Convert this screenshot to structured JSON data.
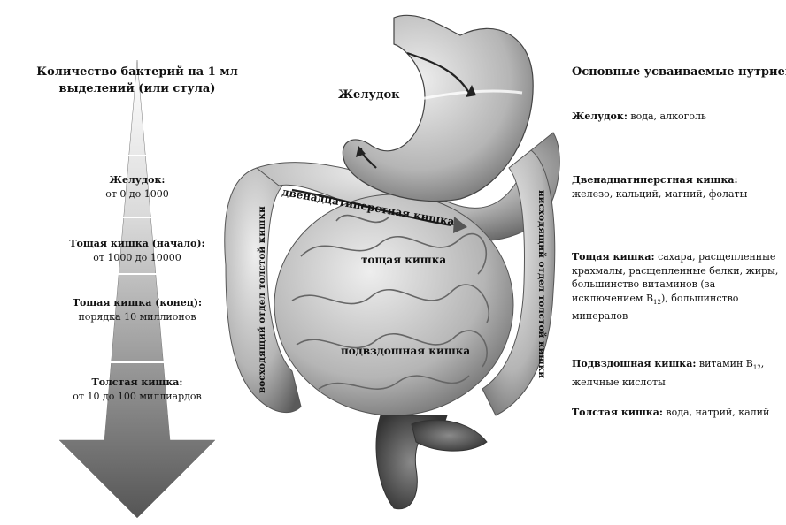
{
  "left_panel": {
    "title_line1": "Количество бактерий на 1 мл",
    "title_line2": "выделений (или стула)",
    "stages": [
      {
        "name": "Желудок:",
        "value": "от 0 до 1000"
      },
      {
        "name": "Тощая кишка (начало):",
        "value": "от 1000 до 10000"
      },
      {
        "name": "Тощая кишка (конец):",
        "value": "порядка 10 миллионов"
      },
      {
        "name": "Толстая кишка:",
        "value": "от 10 до 100 миллиардов"
      }
    ]
  },
  "center_labels": {
    "stomach": "Желудок",
    "duodenum": "двенадцатиперстная кишка",
    "jejunum": "тощая кишка",
    "ileum": "подвздошная кишка",
    "ascending_colon": "восходящий отдел толстой кишки",
    "descending_colon": "нисходящий отдел толстой кишки"
  },
  "right_panel": {
    "title": "Основные усваиваемые нутриенты",
    "items": [
      {
        "name": "Желудок:",
        "text": " вода, алкоголь"
      },
      {
        "name": "Двенадцатиперстная кишка:",
        "text": "железо, кальций, магний, фолаты"
      },
      {
        "name": "Тощая кишка:",
        "text_1": " сахара, расщепленные крахмалы, расщепленные белки, жиры, большинство витаминов (за исключением B",
        "sub": "12",
        "text_2": "), большинство минералов"
      },
      {
        "name": "Подвздошная кишка:",
        "text_1": " витамин B",
        "sub": "12",
        "text_2": ", желчные кислоты"
      },
      {
        "name": "Толстая кишка:",
        "text": " вода, натрий, калий"
      }
    ]
  },
  "colors": {
    "arrow_top": "#f2f2f2",
    "arrow_bottom": "#5e5e5e",
    "organ_light": "#d8d8d8",
    "organ_dark": "#4a4a4a"
  }
}
